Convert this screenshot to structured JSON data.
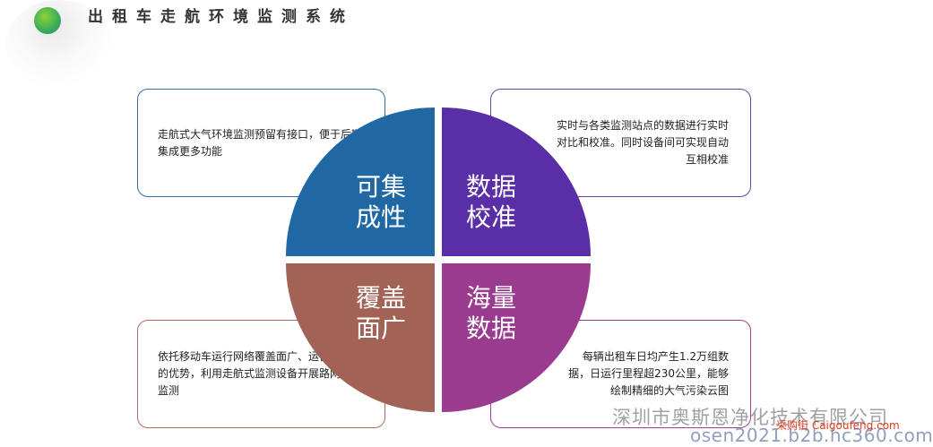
{
  "header": {
    "title": "出租车走航环境监测系统"
  },
  "quadrants": [
    {
      "id": "tl",
      "line1": "可集",
      "line2": "成性",
      "color": "#2068a4",
      "description": "走航式大气环境监测预留有接口，便于后期集成更多功能"
    },
    {
      "id": "tr",
      "line1": "数据",
      "line2": "校准",
      "color": "#5a2ea6",
      "description": "实时与各类监测站点的数据进行实时对比和校准。同时设备间可实现自动互相校准"
    },
    {
      "id": "bl",
      "line1": "覆盖",
      "line2": "面广",
      "color": "#a36256",
      "description": "依托移动车运行网络覆盖面广、运营成本低的优势，利用走航式监测设备开展路网环境监测"
    },
    {
      "id": "br",
      "line1": "海量",
      "line2": "数据",
      "color": "#9a3b8f",
      "description": "每辆出租车日均产生1.2万组数据，日运行里程超230公里，能够绘制精细的大气污染云图"
    }
  ],
  "watermarks": {
    "company": "深圳市奥斯恩净化技术有限公司",
    "site": "采购街 Caigoufeng.com",
    "url": "osen2021.b2b.hc360.com"
  }
}
